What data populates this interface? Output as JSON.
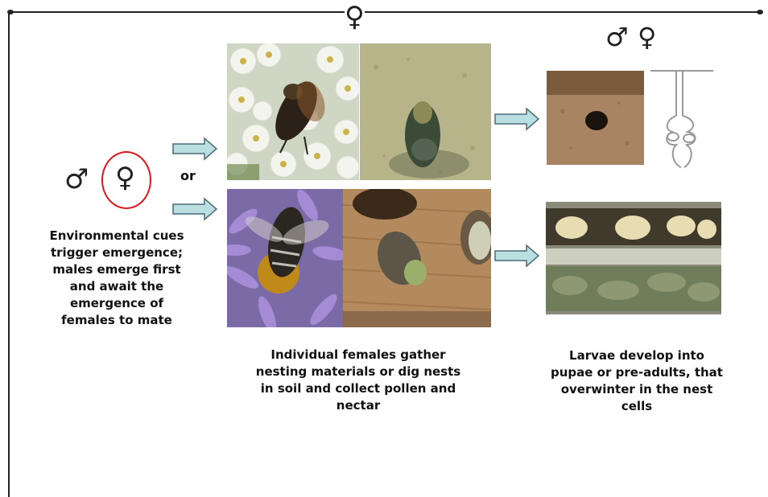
{
  "symbols": {
    "female": "♀",
    "male": "♂"
  },
  "or_label": "or",
  "captions": {
    "emergence": "Environmental cues trigger emergence; males emerge first and await the emergence of females to mate",
    "nesting": "Individual females gather nesting materials or dig nests in soil and collect pollen and nectar",
    "larvae": "Larvae develop into pupae or pre-adults, that overwinter in the nest cells"
  },
  "colors": {
    "arrow_fill": "#b9dfe1",
    "arrow_stroke": "#4c6c78",
    "female_circle": "#e0141b"
  }
}
